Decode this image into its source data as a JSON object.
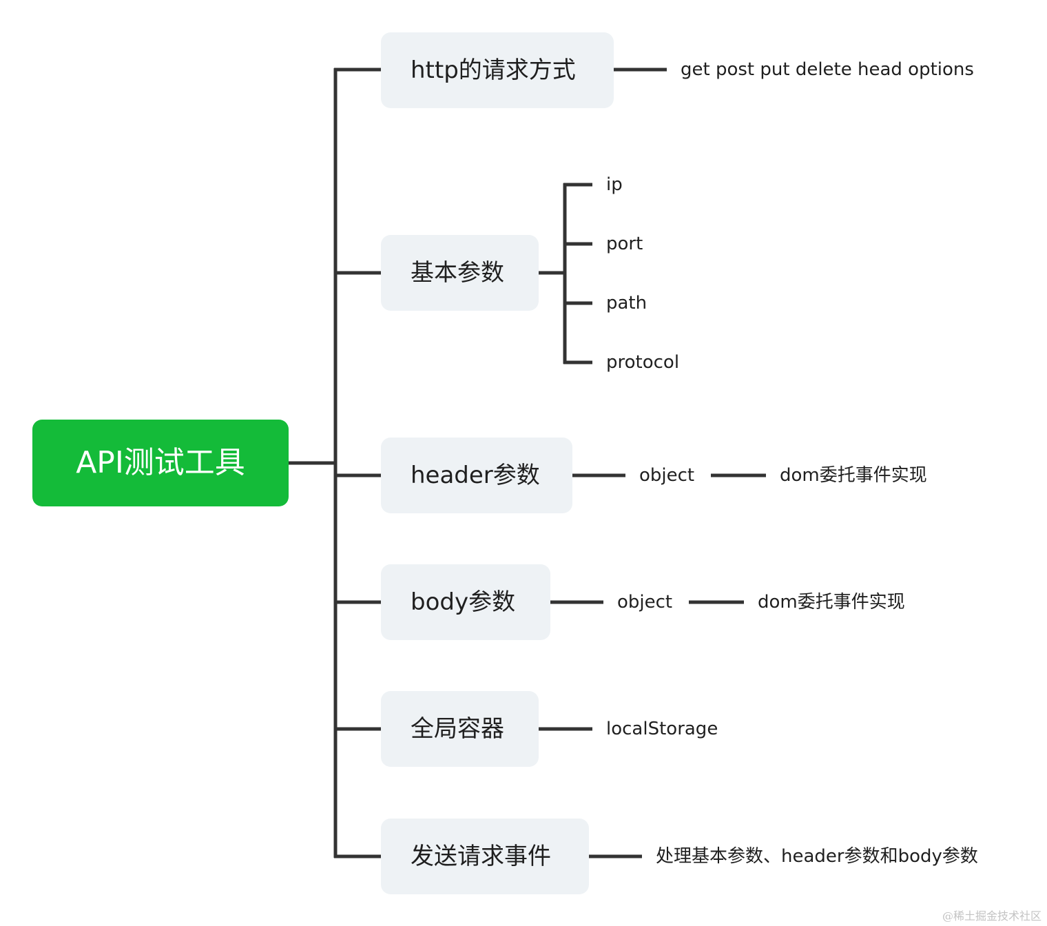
{
  "root": {
    "label": "API测试工具",
    "color": "#14bb39"
  },
  "branches": [
    {
      "label": "http的请求方式",
      "children": [
        "get post put delete head options"
      ]
    },
    {
      "label": "基本参数",
      "children": [
        "ip",
        "port",
        "path",
        "protocol"
      ]
    },
    {
      "label": "header参数",
      "children": [
        "object",
        "dom委托事件实现"
      ]
    },
    {
      "label": "body参数",
      "children": [
        "object",
        "dom委托事件实现"
      ]
    },
    {
      "label": "全局容器",
      "children": [
        "localStorage"
      ]
    },
    {
      "label": "发送请求事件",
      "children": [
        "处理基本参数、header参数和body参数"
      ]
    }
  ],
  "watermark": "@稀土掘金技术社区",
  "colors": {
    "connector": "#333333",
    "branch_bg": "#eef2f5"
  }
}
